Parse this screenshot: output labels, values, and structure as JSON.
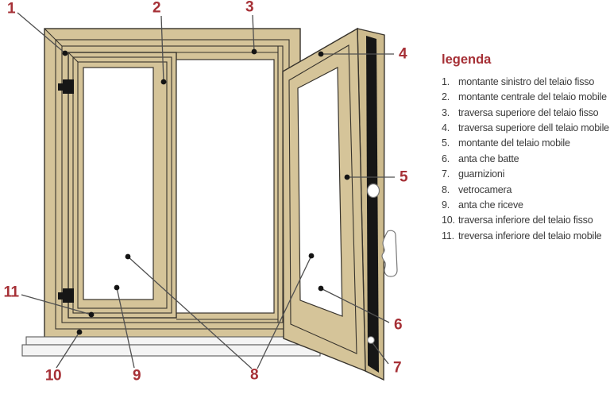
{
  "page": {
    "background": "#ffffff"
  },
  "diagram": {
    "type": "window-anatomy-diagram",
    "callouts": [
      "1",
      "2",
      "3",
      "4",
      "5",
      "6",
      "7",
      "8",
      "9",
      "10",
      "11"
    ]
  },
  "legend": {
    "title": "legenda",
    "items": [
      {
        "num": "1.",
        "text": "montante sinistro del telaio fisso"
      },
      {
        "num": "2.",
        "text": "montante centrale del telaio mobile"
      },
      {
        "num": "3.",
        "text": "traversa superiore del telaio fisso"
      },
      {
        "num": "4.",
        "text": "traversa superiore dell telaio mobile"
      },
      {
        "num": "5.",
        "text": "montante del telaio mobile"
      },
      {
        "num": "6.",
        "text": "anta che batte"
      },
      {
        "num": "7.",
        "text": "guarnizioni"
      },
      {
        "num": "8.",
        "text": "vetrocamera"
      },
      {
        "num": "9.",
        "text": "anta che riceve"
      },
      {
        "num": "10.",
        "text": "traversa inferiore del telaio fisso"
      },
      {
        "num": "11.",
        "text": "treversa inferiore del telaio mobile"
      }
    ]
  },
  "colors": {
    "wood": "#d5c499",
    "wood_shadow": "#cdbb8e",
    "outline": "#37332c",
    "accent_red": "#a63036",
    "legend_text": "#3a3a3a",
    "leader": "#4f4f4f",
    "glass": "#ffffff",
    "gasket": "#161616",
    "sill": "#f4f4f4"
  }
}
